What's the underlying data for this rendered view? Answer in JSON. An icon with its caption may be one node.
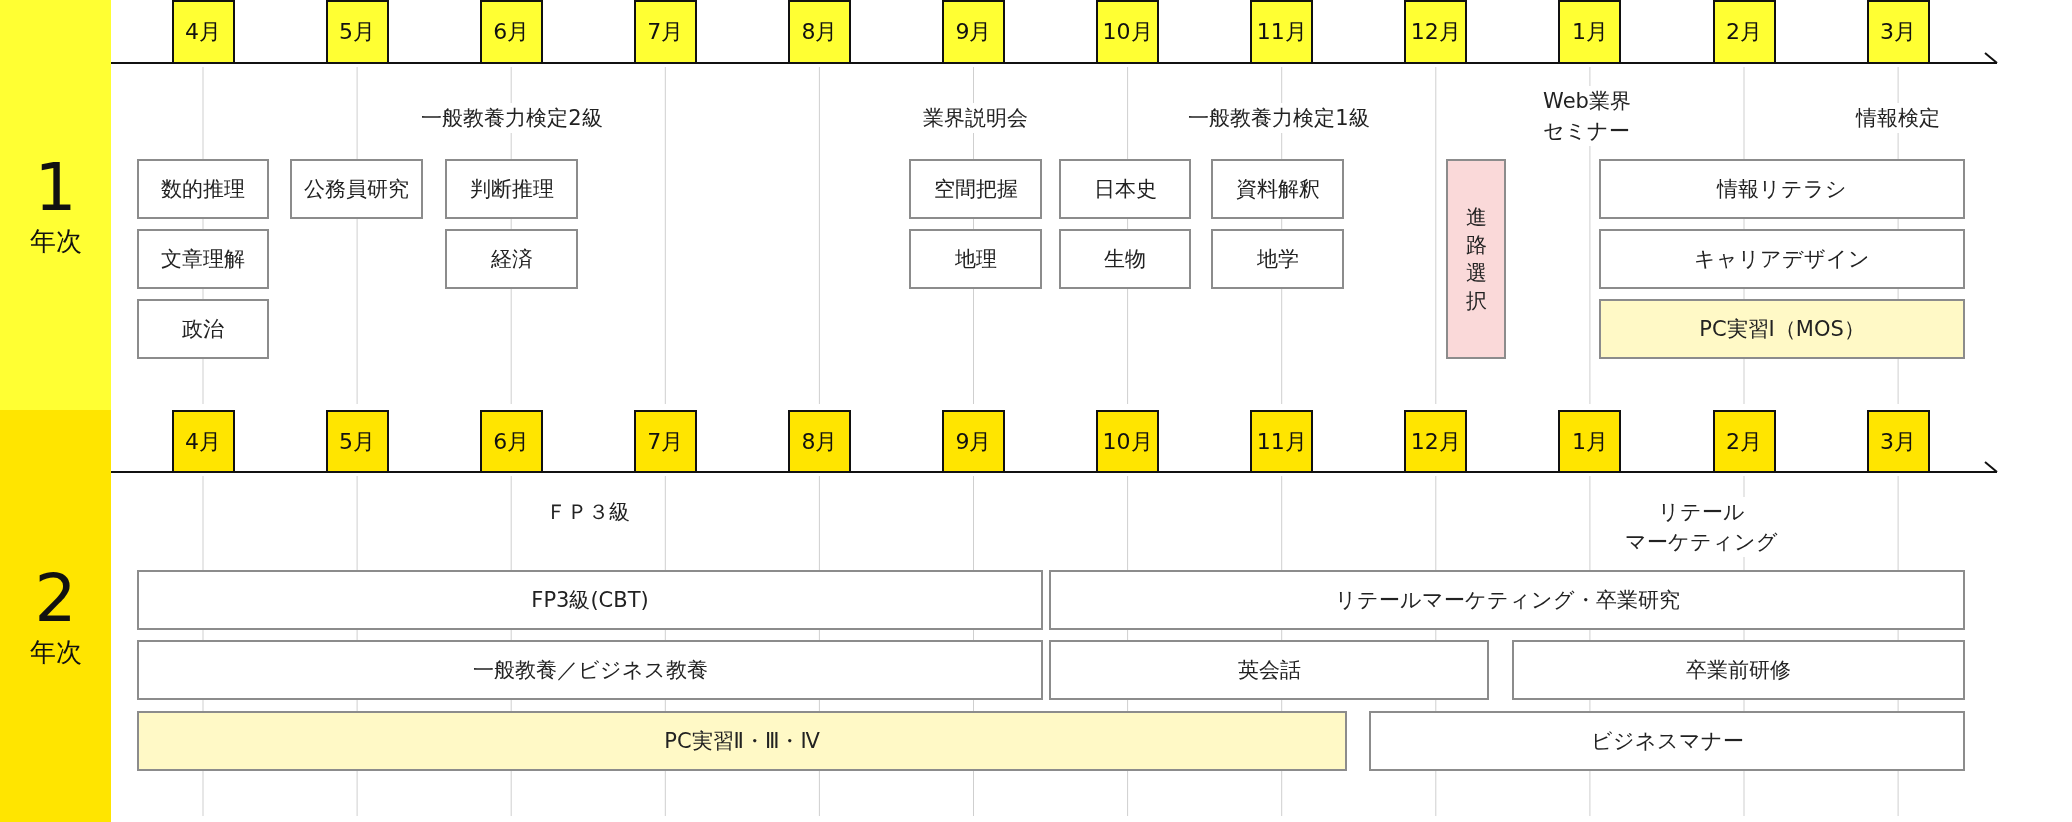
{
  "diagram": {
    "nodes": [
      {
        "text": [
          "1",
          "年次"
        ]
      },
      {
        "text": [
          "4月"
        ]
      },
      {
        "text": [
          "5月"
        ]
      },
      {
        "text": [
          "6月"
        ]
      },
      {
        "text": [
          "7月"
        ]
      },
      {
        "text": [
          "8月"
        ]
      },
      {
        "text": [
          "9月"
        ]
      },
      {
        "text": [
          "10月"
        ]
      },
      {
        "text": [
          "11月"
        ]
      },
      {
        "text": [
          "12月"
        ]
      },
      {
        "text": [
          "1月"
        ]
      },
      {
        "text": [
          "2月"
        ]
      },
      {
        "text": [
          "3月"
        ]
      },
      {
        "text": [
          "数的推理"
        ]
      },
      {
        "text": [
          "公務員研究"
        ]
      },
      {
        "text": [
          "判断推理"
        ]
      },
      {
        "text": [
          "空間把握"
        ]
      },
      {
        "text": [
          "日本史"
        ]
      },
      {
        "text": [
          "資料解釈"
        ]
      },
      {
        "text": [
          "進路選択"
        ]
      },
      {
        "text": [
          "情報リテラシ"
        ]
      },
      {
        "text": [
          "文章理解"
        ]
      },
      {
        "text": [
          "経済"
        ]
      },
      {
        "text": [
          "地理"
        ]
      },
      {
        "text": [
          "生物"
        ]
      },
      {
        "text": [
          "地学"
        ]
      },
      {
        "text": [
          "キャリアデザイン"
        ]
      },
      {
        "text": [
          "政治"
        ]
      },
      {
        "text": [
          "PC実習Ⅰ（MOS）"
        ]
      },
      {
        "text": [
          "2",
          "年次"
        ]
      },
      {
        "text": [
          "4月"
        ]
      },
      {
        "text": [
          "5月"
        ]
      },
      {
        "text": [
          "6月"
        ]
      },
      {
        "text": [
          "7月"
        ]
      },
      {
        "text": [
          "8月"
        ]
      },
      {
        "text": [
          "9月"
        ]
      },
      {
        "text": [
          "10月"
        ]
      },
      {
        "text": [
          "11月"
        ]
      },
      {
        "text": [
          "12月"
        ]
      },
      {
        "text": [
          "1月"
        ]
      },
      {
        "text": [
          "2月"
        ]
      },
      {
        "text": [
          "3月"
        ]
      },
      {
        "text": [
          "FP3級(CBT)"
        ]
      },
      {
        "text": [
          "リテールマーケティング・卒業研究"
        ]
      },
      {
        "text": [
          "一般教養／ビジネス教養"
        ]
      },
      {
        "text": [
          "英会話"
        ]
      },
      {
        "text": [
          "卒業前研修"
        ]
      },
      {
        "text": [
          "PC実習Ⅱ・Ⅲ・Ⅳ"
        ]
      },
      {
        "text": [
          "ビジネスマナー"
        ]
      }
    ],
    "labels": [
      "一般教養力検定2級",
      "業界説明会",
      "一般教養力検定1級",
      "Web業界セミナー",
      "情報検定",
      "ＦＰ３級",
      "リテールマーケティング"
    ]
  }
}
